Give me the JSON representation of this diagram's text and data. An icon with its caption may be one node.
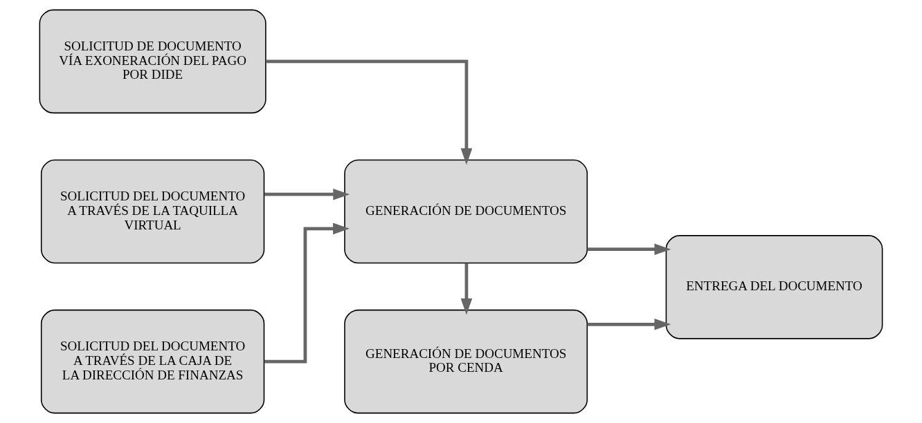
{
  "diagram": {
    "nodes": [
      {
        "text": [
          "SOLICITUD DE DOCUMENTO VÍA EXONERACIÓN DEL PAGO POR DIDE"
        ]
      },
      {
        "text": [
          "SOLICITUD DEL DOCUMENTO A TRAVÉS DE LA TAQUILLA VIRTUAL"
        ]
      },
      {
        "text": [
          "SOLICITUD DEL DOCUMENTO A TRAVÉS DE LA CAJA DE LA DIRECCIÓN DE FINANZAS"
        ]
      },
      {
        "text": [
          "GENERACIÓN DE DOCUMENTOS"
        ]
      },
      {
        "text": [
          "GENERACIÓN DE DOCUMENTOS POR CENDA"
        ]
      },
      {
        "text": [
          "ENTREGA DEL DOCUMENTO"
        ]
      }
    ],
    "edges": [
      {
        "from": 0,
        "to": 3,
        "arrow": "to"
      },
      {
        "from": 1,
        "to": 3,
        "arrow": "to"
      },
      {
        "from": 2,
        "to": 3,
        "arrow": "to"
      },
      {
        "from": 3,
        "to": 4,
        "arrow": "to"
      },
      {
        "from": 3,
        "to": 5,
        "arrow": "to"
      },
      {
        "from": 4,
        "to": 5,
        "arrow": "to"
      }
    ]
  }
}
